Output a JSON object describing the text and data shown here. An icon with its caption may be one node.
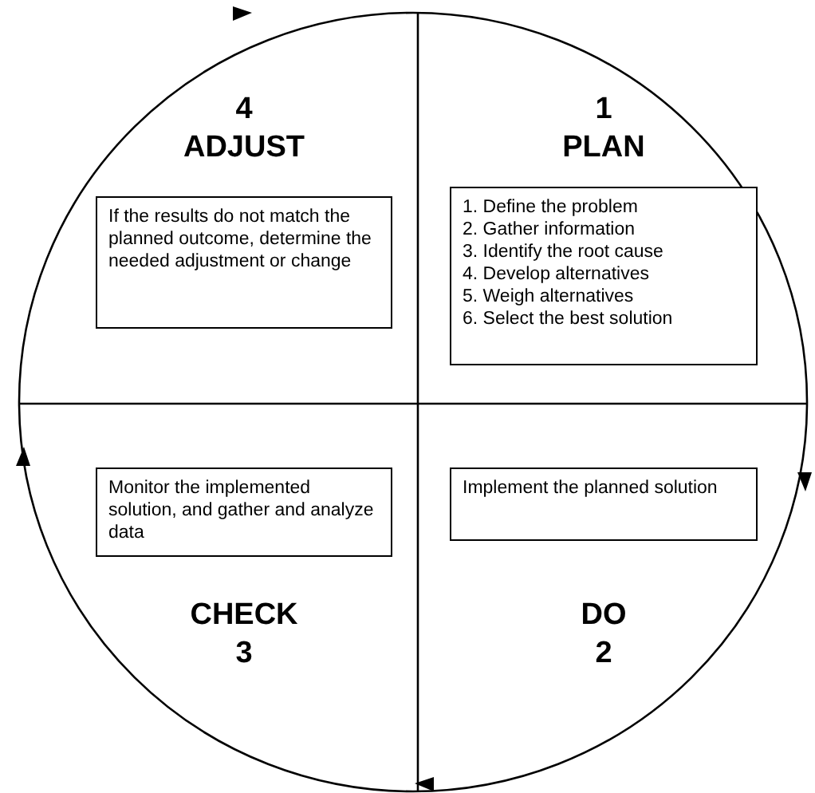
{
  "diagram": {
    "nodes": [
      {
        "text": [
          "4",
          "ADJUST",
          "If the results do not match the planned outcome, determine the needed adjustment or change"
        ]
      },
      {
        "text": [
          "1",
          "PLAN",
          "1. Define the problem",
          "2. Gather information",
          "3. Identify the root cause",
          "4. Develop alternatives",
          "5. Weigh alternatives",
          "6. Select the best solution"
        ]
      },
      {
        "text": [
          "Monitor the implemented solution, and gather and analyze data",
          "CHECK",
          "3"
        ]
      },
      {
        "text": [
          "Implement the planned solution",
          "DO",
          "2"
        ]
      }
    ]
  }
}
